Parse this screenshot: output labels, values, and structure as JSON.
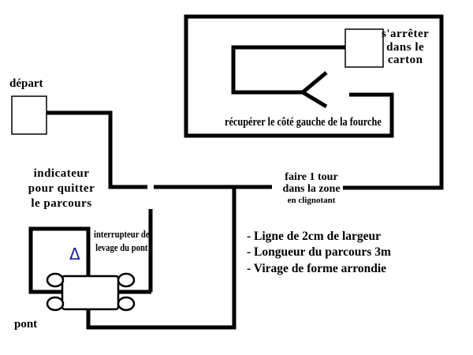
{
  "labels": {
    "start": "départ",
    "stop_line1": "s'arrêter",
    "stop_line2": "dans le",
    "stop_line3": "carton",
    "fork": "récupérer le côté gauche de la fourche",
    "tour_line1": "faire 1 tour",
    "tour_line2": "dans la zone",
    "tour_line3": "en clignotant",
    "indicator_line1": "indicateur",
    "indicator_line2": "pour quitter",
    "indicator_line3": "le parcours",
    "switch_line1": "interrupteur de",
    "switch_line2": "levage du pont",
    "bridge": "pont",
    "delta_symbol": "Δ"
  },
  "notes": [
    "- Ligne de 2cm de largeur",
    "- Longueur du parcours 3m",
    "- Virage de forme arrondie"
  ],
  "colors": {
    "line": "#000000",
    "delta": "#1a1aa8"
  }
}
